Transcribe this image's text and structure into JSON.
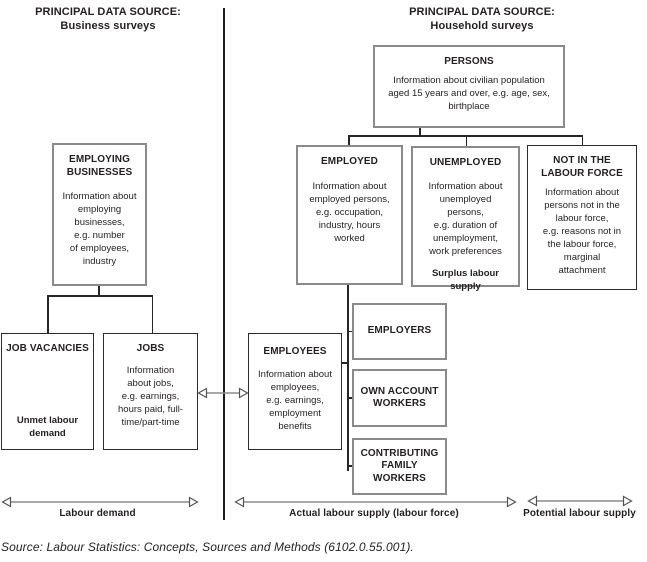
{
  "headers": {
    "business": "PRINCIPAL DATA SOURCE:\nBusiness surveys",
    "household": "PRINCIPAL DATA SOURCE:\nHousehold surveys"
  },
  "boxes": {
    "persons": {
      "title": "PERSONS",
      "body": "Information about civilian population\naged 15 years and over, e.g. age, sex,\nbirthplace"
    },
    "employing_businesses": {
      "title": "EMPLOYING\nBUSINESSES",
      "body": "Information about\nemploying\nbusinesses,\ne.g. number\nof employees,\nindustry"
    },
    "employed": {
      "title": "EMPLOYED",
      "body": "Information about\nemployed persons,\ne.g. occupation,\nindustry, hours\nworked"
    },
    "unemployed": {
      "title": "UNEMPLOYED",
      "body": "Information about\nunemployed\npersons,\ne.g. duration of\nunemployment,\nwork preferences",
      "footer": "Surplus labour\nsupply"
    },
    "not_in_labour_force": {
      "title": "NOT IN THE\nLABOUR FORCE",
      "body": "Information about\npersons not in the\nlabour force,\ne.g. reasons not in\nthe labour force,\nmarginal\nattachment"
    },
    "job_vacancies": {
      "title": "JOB VACANCIES",
      "footer": "Unmet labour\ndemand"
    },
    "jobs": {
      "title": "JOBS",
      "body": "Information\nabout jobs,\ne.g. earnings,\nhours paid, full-\ntime/part-time"
    },
    "employees": {
      "title": "EMPLOYEES",
      "body": "Information about\nemployees,\ne.g. earnings,\nemployment\nbenefits"
    },
    "employers": {
      "title": "EMPLOYERS"
    },
    "own_account_workers": {
      "title": "OWN ACCOUNT\nWORKERS"
    },
    "contributing_family_workers": {
      "title": "CONTRIBUTING\nFAMILY\nWORKERS"
    }
  },
  "arrow_labels": {
    "labour_demand": "Labour demand",
    "actual_labour_supply": "Actual labour supply (labour force)",
    "potential_labour_supply": "Potential labour supply"
  },
  "source": "Source: Labour Statistics: Concepts, Sources and Methods (6102.0.55.001).",
  "colors": {
    "box_border_gray": "#8a8a8a",
    "box_border_dark": "#2b2b2b",
    "connector_line": "#262626",
    "arrow": "#8c8c8c",
    "text": "#231f20"
  }
}
